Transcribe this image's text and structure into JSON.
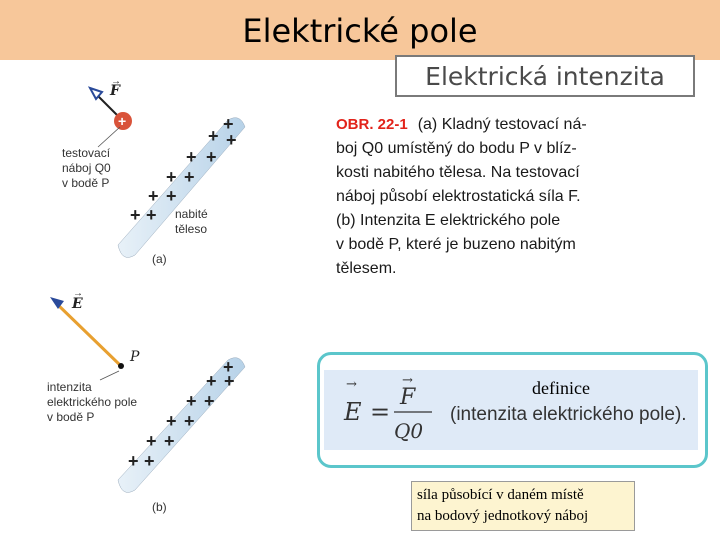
{
  "header": {
    "title": "Elektrické pole",
    "subtitle": "Elektrická intenzita"
  },
  "caption": {
    "figure_label": "OBR. 22-1",
    "lines": [
      "(a) Kladný testovací ná-",
      "boj Q0 umístěný do bodu P v blíz-",
      "kosti nabitého tělesa. Na testovací",
      "náboj působí elektrostatická síla F.",
      "(b) Intenzita E elektrického pole",
      "v bodě P, které je buzeno nabitým",
      "tělesem."
    ]
  },
  "figure_a": {
    "vector_label": "F",
    "test_charge_label": [
      "testovací",
      "náboj Q0",
      "v bodě P"
    ],
    "body_label": [
      "nabité",
      "těleso"
    ],
    "panel_label": "(a)",
    "charge_sign": "+"
  },
  "figure_b": {
    "vector_label": "E",
    "point_label": "P",
    "field_label": [
      "intenzita",
      "elektrického pole",
      "v bodě P"
    ],
    "panel_label": "(b)"
  },
  "definition": {
    "label": "definice",
    "lhs": "E",
    "numerator": "F",
    "denominator": "Q0",
    "description": "(intenzita elektrického pole)."
  },
  "note": {
    "text_line1": "síla působící v daném místě",
    "text_line2": "na bodový jednotkový náboj"
  },
  "colors": {
    "header_bg": "#f7c79a",
    "accent_red": "#e2231a",
    "box_border": "#5bc6cb",
    "formula_bg": "#dfeaf7",
    "note_bg": "#fdf4d0",
    "body_blue": "#cfe3f2",
    "vector_b": "#e8a030"
  }
}
